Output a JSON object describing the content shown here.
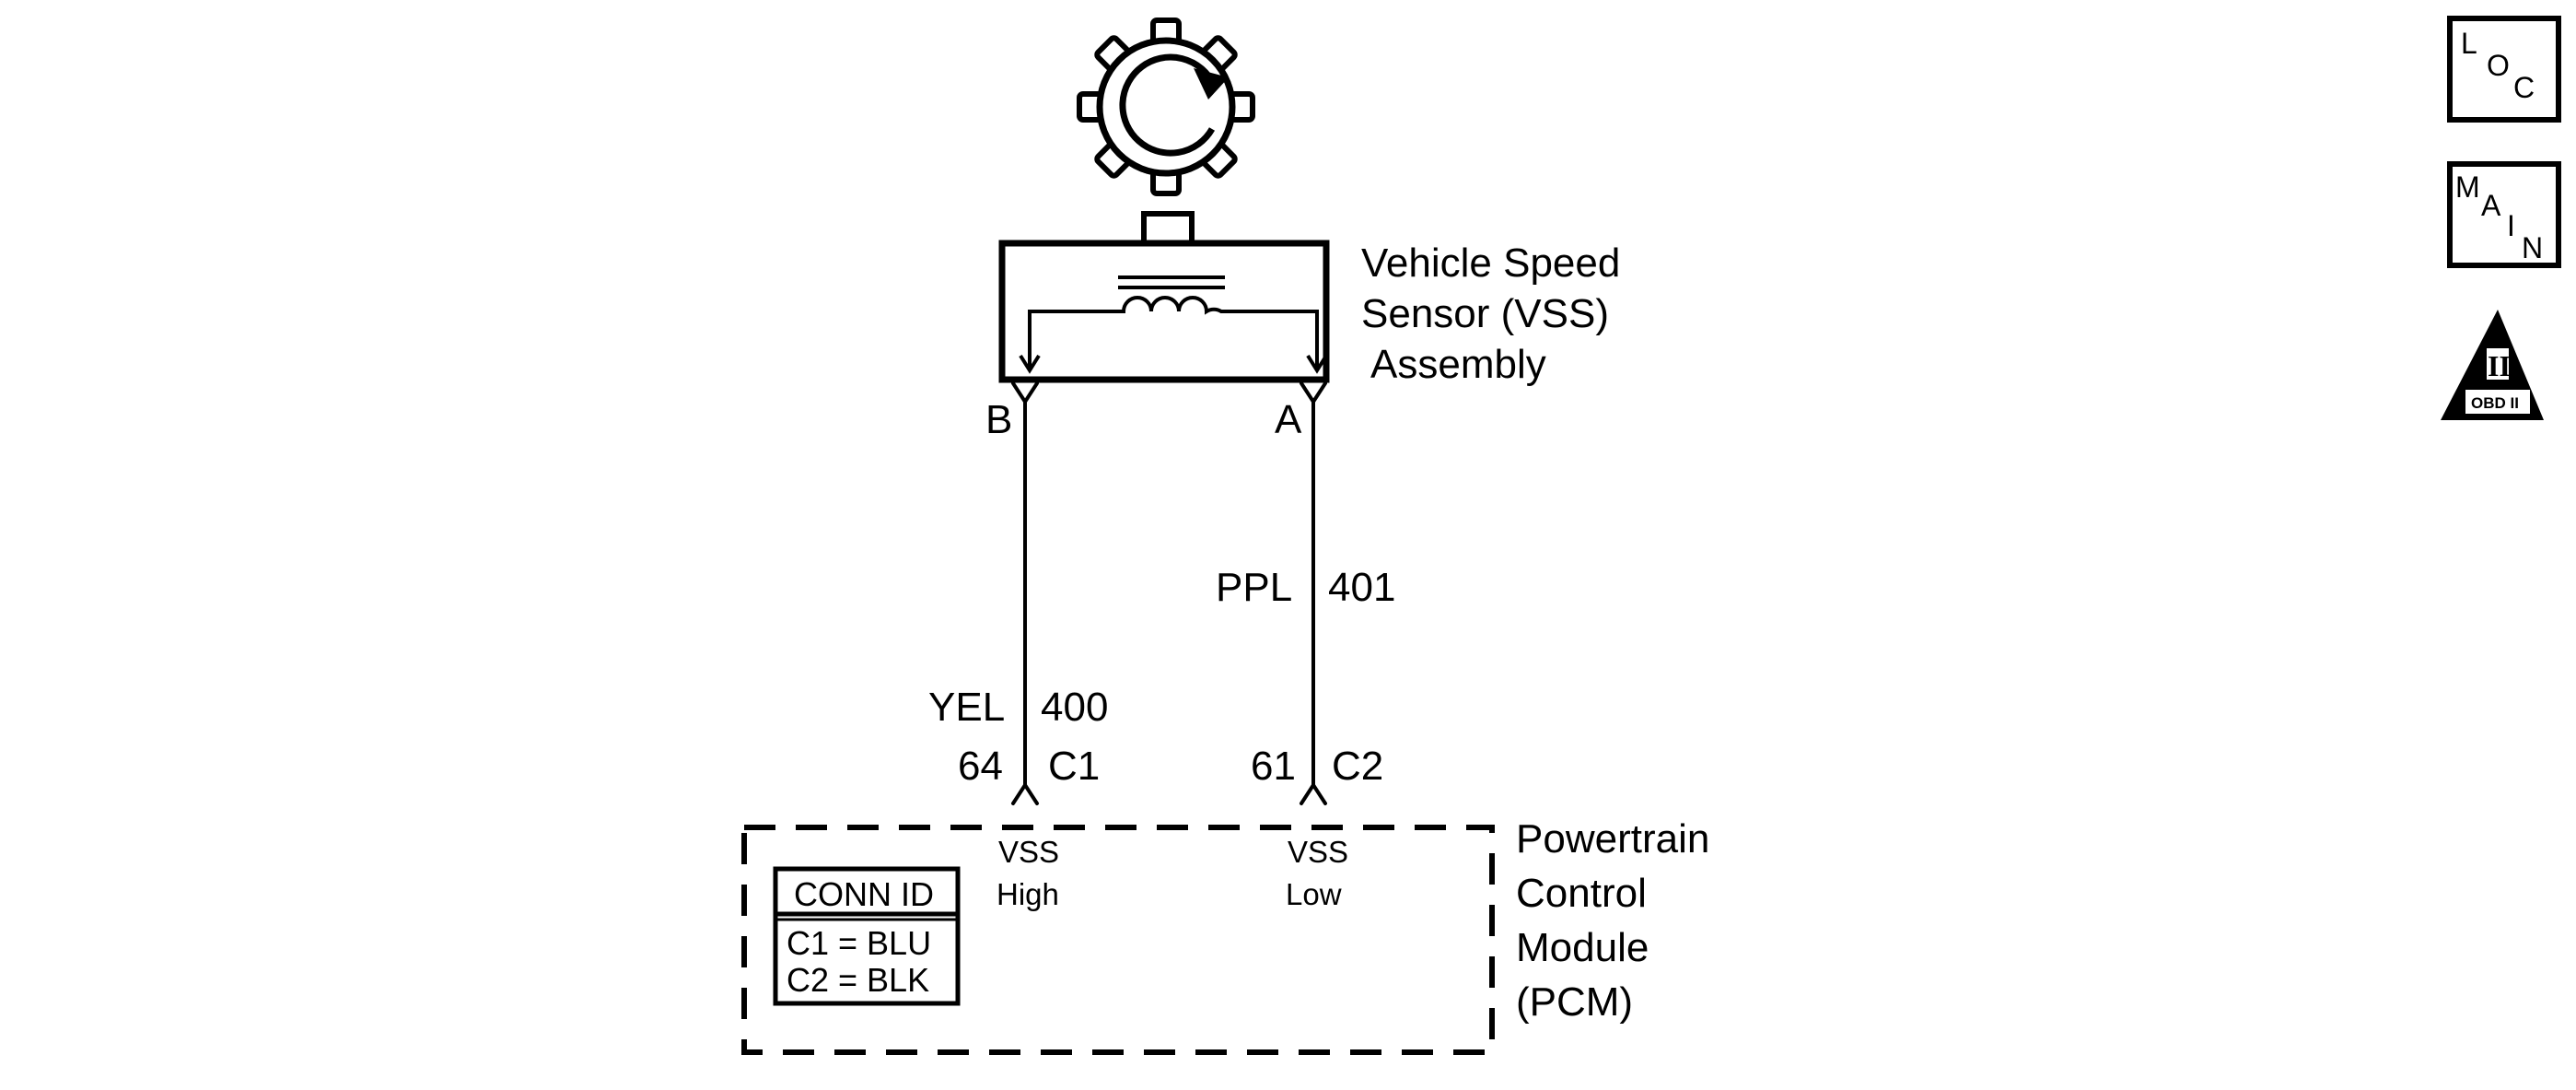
{
  "sensor": {
    "label_line1": "Vehicle Speed",
    "label_line2": "Sensor (VSS)",
    "label_line3": "Assembly",
    "pin_b": "B",
    "pin_a": "A"
  },
  "wires": {
    "left": {
      "color": "YEL",
      "circuit": "400",
      "pcm_pin": "64",
      "pcm_connector": "C1"
    },
    "right": {
      "color": "PPL",
      "circuit": "401",
      "pcm_pin": "61",
      "pcm_connector": "C2"
    }
  },
  "pcm": {
    "label_line1": "Powertrain",
    "label_line2": "Control",
    "label_line3": "Module",
    "label_line4": "(PCM)",
    "terminal_high_line1": "VSS",
    "terminal_high_line2": "High",
    "terminal_low_line1": "VSS",
    "terminal_low_line2": "Low"
  },
  "conn_id": {
    "header": "CONN ID",
    "rows": [
      "C1 = BLU",
      "C2 = BLK"
    ]
  },
  "icons": {
    "loc": {
      "name": "loc-icon",
      "letters": [
        "L",
        "O",
        "C"
      ]
    },
    "main": {
      "name": "main-icon",
      "letters": [
        "M",
        "A",
        "I",
        "N"
      ]
    },
    "obd": {
      "name": "obd-ii-icon",
      "numeral": "II",
      "caption": "OBD II"
    }
  }
}
